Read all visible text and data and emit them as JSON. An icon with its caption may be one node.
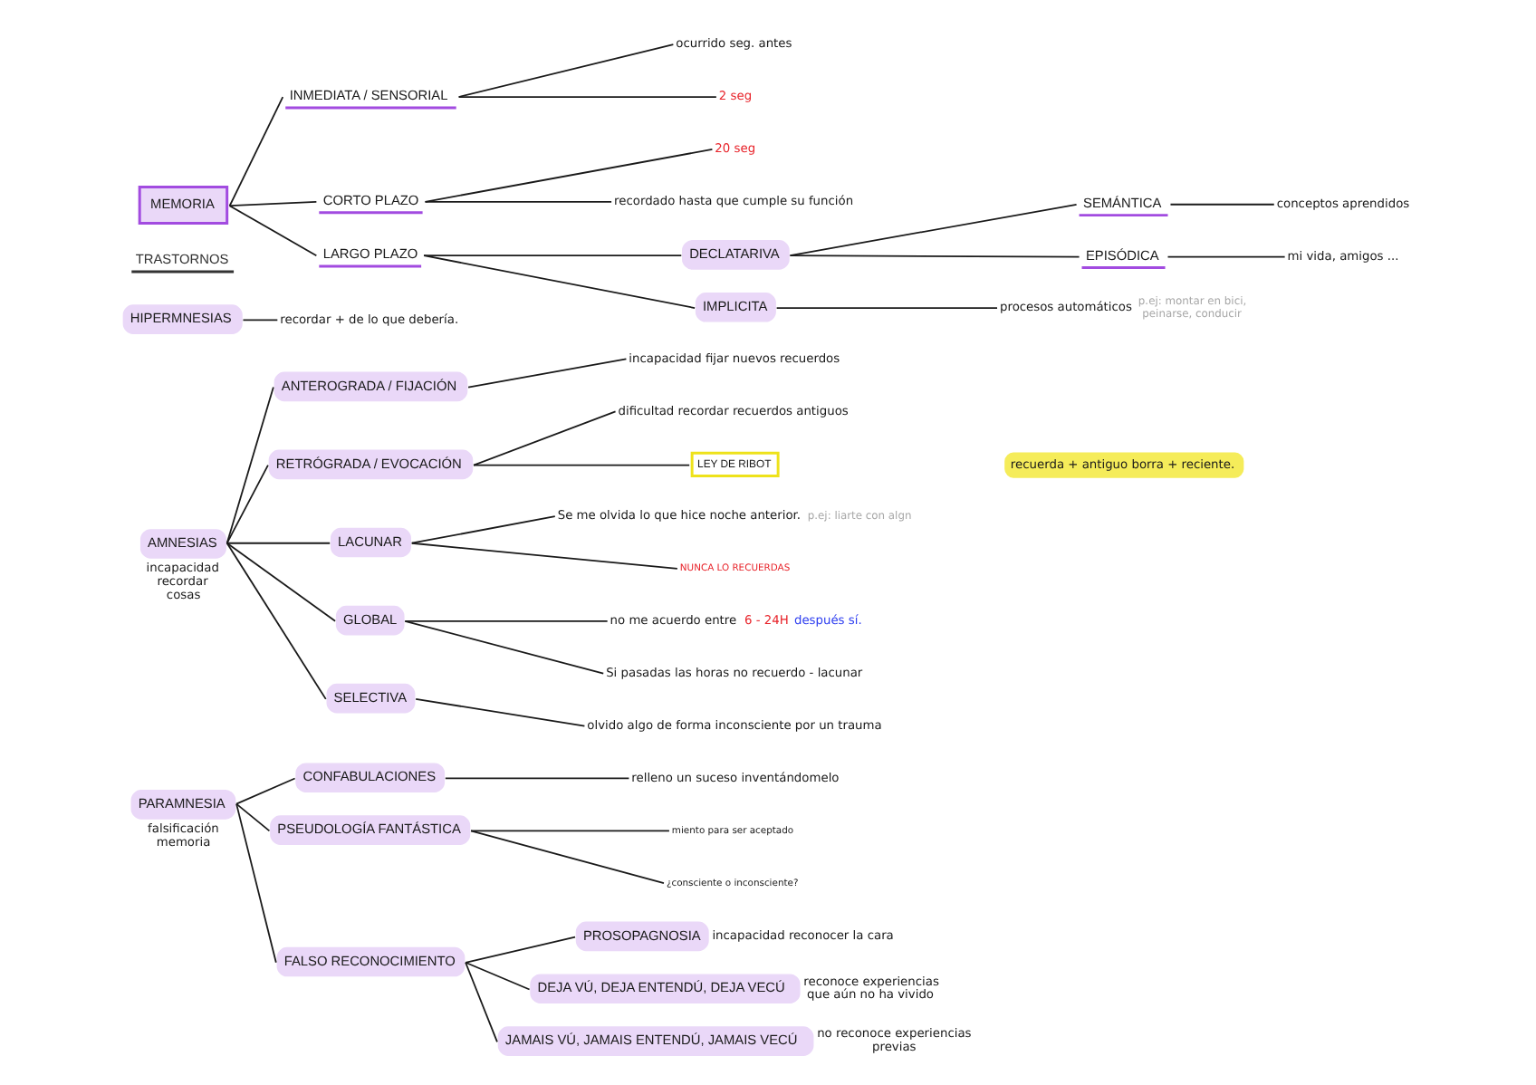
{
  "diagram": {
    "nodes": [
      {
        "text": [
          "MEMORIA"
        ]
      },
      {
        "text": [
          "INMEDIATA / SENSORIAL"
        ]
      },
      {
        "text": [
          "ocurrido seg. antes"
        ]
      },
      {
        "text": [
          "2 seg"
        ]
      },
      {
        "text": [
          "CORTO PLAZO"
        ]
      },
      {
        "text": [
          "20 seg"
        ]
      },
      {
        "text": [
          "recordado hasta que cumple su función"
        ]
      },
      {
        "text": [
          "LARGO PLAZO"
        ]
      },
      {
        "text": [
          "DECLATARIVA"
        ]
      },
      {
        "text": [
          "SEMÁNTICA"
        ]
      },
      {
        "text": [
          "conceptos aprendidos"
        ]
      },
      {
        "text": [
          "EPISÓDICA"
        ]
      },
      {
        "text": [
          "mi vida, amigos ..."
        ]
      },
      {
        "text": [
          "IMPLICITA"
        ]
      },
      {
        "text": [
          "procesos automáticos"
        ],
        "beside": [
          "p.ej: montar en bici, peinarse, conducir"
        ]
      },
      {
        "text": [
          "HIPERMNESIAS"
        ]
      },
      {
        "text": [
          "recordar + de lo que debería."
        ]
      },
      {
        "text": [
          "AMNESIAS"
        ],
        "beside": [
          "incapacidad recordar cosas"
        ]
      },
      {
        "text": [
          "ANTEROGRADA / FIJACIÓN"
        ]
      },
      {
        "text": [
          "incapacidad fijar nuevos recuerdos"
        ]
      },
      {
        "text": [
          "RETRÓGRADA / EVOCACIÓN"
        ]
      },
      {
        "text": [
          "dificultad recordar recuerdos antiguos"
        ]
      },
      {
        "text": [
          "LEY DE RIBOT"
        ]
      },
      {
        "text": [
          "recuerda + antiguo borra + reciente."
        ]
      },
      {
        "text": [
          "LACUNAR"
        ]
      },
      {
        "text": [
          "Se me olvida lo que hice noche anterior."
        ],
        "beside": [
          "p.ej: liarte con algn"
        ]
      },
      {
        "text": [
          "NUNCA LO RECUERDAS"
        ]
      },
      {
        "text": [
          "GLOBAL"
        ]
      },
      {
        "text": [
          "no me acuerdo entre"
        ],
        "beside": [
          "6 - 24H",
          "después sí."
        ]
      },
      {
        "text": [
          "Si pasadas las horas no recuerdo - lacunar"
        ]
      },
      {
        "text": [
          "SELECTIVA"
        ]
      },
      {
        "text": [
          "olvido algo de forma inconsciente por un trauma"
        ]
      },
      {
        "text": [
          "PARAMNESIA"
        ],
        "beside": [
          "falsificación memoria"
        ]
      },
      {
        "text": [
          "CONFABULACIONES"
        ]
      },
      {
        "text": [
          "relleno un suceso inventándomelo"
        ]
      },
      {
        "text": [
          "PSEUDOLOGÍA FANTÁSTICA"
        ]
      },
      {
        "text": [
          "miento para ser aceptado"
        ]
      },
      {
        "text": [
          "¿consciente o inconsciente?"
        ]
      },
      {
        "text": [
          "FALSO RECONOCIMIENTO"
        ]
      },
      {
        "text": [
          "PROSOPAGNOSIA"
        ],
        "beside": [
          "incapacidad reconocer la cara"
        ]
      },
      {
        "text": [
          "DEJA VÚ, DEJA ENTENDÚ, DEJA VECÚ"
        ],
        "beside": [
          "reconoce experiencias que aún no ha vivido"
        ]
      },
      {
        "text": [
          "JAMAIS VÚ, JAMAIS ENTENDÚ, JAMAIS VECÚ"
        ],
        "beside": [
          "no reconoce experiencias previas"
        ]
      }
    ],
    "edges": [
      {
        "from": 0,
        "to": 1,
        "arrow": "none"
      },
      {
        "from": 0,
        "to": 4,
        "arrow": "none"
      },
      {
        "from": 0,
        "to": 7,
        "arrow": "none"
      },
      {
        "from": 1,
        "to": 2,
        "arrow": "none"
      },
      {
        "from": 1,
        "to": 3,
        "arrow": "none"
      },
      {
        "from": 4,
        "to": 5,
        "arrow": "none"
      },
      {
        "from": 4,
        "to": 6,
        "arrow": "none"
      },
      {
        "from": 7,
        "to": 8,
        "arrow": "none"
      },
      {
        "from": 7,
        "to": 13,
        "arrow": "none"
      },
      {
        "from": 8,
        "to": 9,
        "arrow": "none"
      },
      {
        "from": 8,
        "to": 11,
        "arrow": "none"
      },
      {
        "from": 9,
        "to": 10,
        "arrow": "none"
      },
      {
        "from": 11,
        "to": 12,
        "arrow": "none"
      },
      {
        "from": 13,
        "to": 14,
        "arrow": "none"
      },
      {
        "from": 15,
        "to": 16,
        "arrow": "none"
      },
      {
        "from": 17,
        "to": 18,
        "arrow": "none"
      },
      {
        "from": 17,
        "to": 20,
        "arrow": "none"
      },
      {
        "from": 17,
        "to": 24,
        "arrow": "none"
      },
      {
        "from": 17,
        "to": 27,
        "arrow": "none"
      },
      {
        "from": 17,
        "to": 30,
        "arrow": "none"
      },
      {
        "from": 18,
        "to": 19,
        "arrow": "none"
      },
      {
        "from": 20,
        "to": 21,
        "arrow": "none"
      },
      {
        "from": 20,
        "to": 22,
        "arrow": "none"
      },
      {
        "from": 24,
        "to": 25,
        "arrow": "none"
      },
      {
        "from": 24,
        "to": 26,
        "arrow": "none"
      },
      {
        "from": 27,
        "to": 28,
        "arrow": "none"
      },
      {
        "from": 27,
        "to": 29,
        "arrow": "none"
      },
      {
        "from": 30,
        "to": 31,
        "arrow": "none"
      },
      {
        "from": 32,
        "to": 33,
        "arrow": "none"
      },
      {
        "from": 32,
        "to": 35,
        "arrow": "none"
      },
      {
        "from": 32,
        "to": 38,
        "arrow": "none"
      },
      {
        "from": 33,
        "to": 34,
        "arrow": "none"
      },
      {
        "from": 35,
        "to": 36,
        "arrow": "none"
      },
      {
        "from": 35,
        "to": 37,
        "arrow": "none"
      },
      {
        "from": 38,
        "to": 39,
        "arrow": "none"
      },
      {
        "from": 38,
        "to": 40,
        "arrow": "none"
      },
      {
        "from": 38,
        "to": 41,
        "arrow": "none"
      }
    ],
    "labels": [
      "TRASTORNOS"
    ]
  }
}
